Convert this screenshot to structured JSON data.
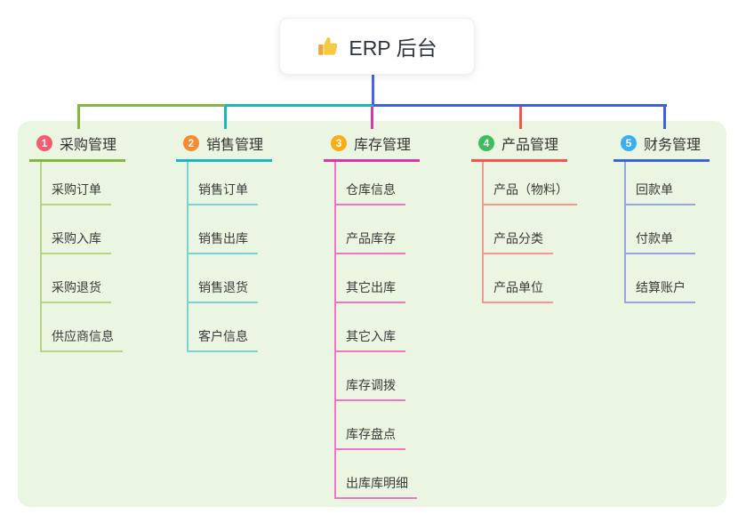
{
  "root": {
    "label": "ERP 后台",
    "icon": "thumbs-up-icon"
  },
  "canvas": {
    "background": "#ffffff",
    "panel_background": "#EAF6E1",
    "root_connector_color": "#4C63DC",
    "text_color": "#333333",
    "child_text_color": "#3a3a3a"
  },
  "branches": [
    {
      "number": "1",
      "label": "采购管理",
      "badge_color": "#F75B6E",
      "line_color": "#82B83F",
      "light_color": "#B4D583",
      "children": [
        "采购订单",
        "采购入库",
        "采购退货",
        "供应商信息"
      ]
    },
    {
      "number": "2",
      "label": "销售管理",
      "badge_color": "#F98A31",
      "line_color": "#17B8BE",
      "light_color": "#79D2D4",
      "children": [
        "销售订单",
        "销售出库",
        "销售退货",
        "客户信息"
      ]
    },
    {
      "number": "3",
      "label": "库存管理",
      "badge_color": "#FBAC17",
      "line_color": "#D936A8",
      "light_color": "#F075C2",
      "children": [
        "仓库信息",
        "产品库存",
        "其它出库",
        "其它入库",
        "库存调拨",
        "库存盘点",
        "出库库明细"
      ]
    },
    {
      "number": "4",
      "label": "产品管理",
      "badge_color": "#3EBD5C",
      "line_color": "#F9544B",
      "light_color": "#FA968F",
      "children": [
        "产品（物料）",
        "产品分类",
        "产品单位"
      ]
    },
    {
      "number": "5",
      "label": "财务管理",
      "badge_color": "#38AFF5",
      "line_color": "#3E62DB",
      "light_color": "#94A4E6",
      "children": [
        "回款单",
        "付款单",
        "结算账户"
      ]
    }
  ]
}
